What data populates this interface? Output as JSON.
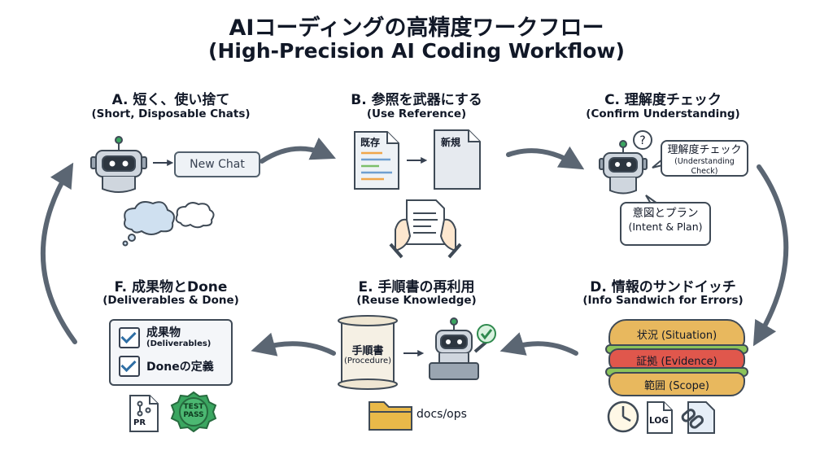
{
  "title": {
    "line1": "AIコーディングの高精度ワークフロー",
    "line2": "(High-Precision AI Coding Workflow)"
  },
  "steps": {
    "a": {
      "title": "A. 短く、使い捨て",
      "subtitle": "(Short, Disposable Chats)",
      "new_chat": "New Chat"
    },
    "b": {
      "title": "B. 参照を武器にする",
      "subtitle": "(Use Reference)",
      "existing": "既存",
      "new": "新規"
    },
    "c": {
      "title": "C. 理解度チェック",
      "subtitle": "(Confirm Understanding)",
      "bubble1_main": "理解度チェック",
      "bubble1_sub": "(Understanding Check)",
      "bubble2_main": "意図とプラン",
      "bubble2_sub": "(Intent & Plan)"
    },
    "d": {
      "title": "D. 情報のサンドイッチ",
      "subtitle": "(Info Sandwich for Errors)",
      "layer_top": "状況 (Situation)",
      "layer_mid": "証拠 (Evidence)",
      "layer_bottom": "範囲 (Scope)",
      "log_label": "LOG"
    },
    "e": {
      "title": "E. 手順書の再利用",
      "subtitle": "(Reuse Knowledge)",
      "scroll_main": "手順書",
      "scroll_sub": "(Procedure)",
      "folder_label": "docs/ops"
    },
    "f": {
      "title": "F. 成果物とDone",
      "subtitle": "(Deliverables & Done)",
      "item1_main": "成果物",
      "item1_sub": "(Deliverables)",
      "item2_main": "Doneの定義",
      "pr_label": "PR",
      "badge_line1": "TEST",
      "badge_line2": "PASS"
    }
  },
  "colors": {
    "arrow": "#5b6673",
    "bun": "#e8b85e",
    "lettuce": "#8bc35a",
    "sauce": "#e0574c",
    "badge": "#3aa660",
    "robot": "#cfd6de",
    "folder": "#e9b949"
  }
}
